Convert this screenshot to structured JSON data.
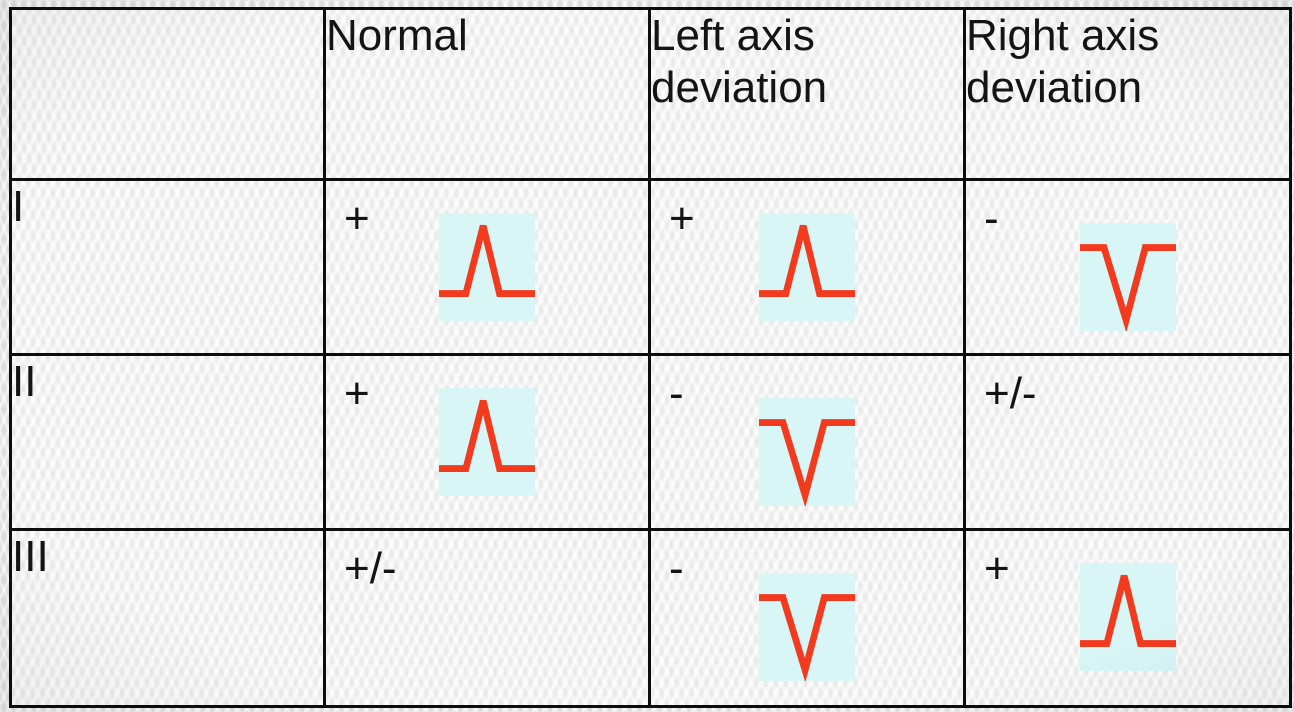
{
  "slide": {
    "background_color": "#e9e9e9",
    "cell_color": "#f7f7f7",
    "border_color": "#0d0d0d",
    "text_color": "#141414"
  },
  "colors": {
    "wave_bg": "#d8f6f6",
    "wave_stroke": "#f23a1e"
  },
  "icons": {
    "up": "qrs-upward-deflection-icon",
    "down": "qrs-downward-deflection-icon"
  },
  "table": {
    "headers": [
      "",
      "Normal",
      "Left axis deviation",
      "Right axis deviation"
    ],
    "rows": [
      {
        "lead": "I",
        "cells": [
          {
            "sign": "+",
            "wave": "up"
          },
          {
            "sign": "+",
            "wave": "up"
          },
          {
            "sign": "-",
            "wave": "down"
          }
        ]
      },
      {
        "lead": "II",
        "cells": [
          {
            "sign": "+",
            "wave": "up"
          },
          {
            "sign": "-",
            "wave": "down"
          },
          {
            "sign": "+/-",
            "wave": "none"
          }
        ]
      },
      {
        "lead": "III",
        "cells": [
          {
            "sign": "+/-",
            "wave": "none"
          },
          {
            "sign": "-",
            "wave": "down"
          },
          {
            "sign": "+",
            "wave": "up"
          }
        ]
      }
    ]
  }
}
